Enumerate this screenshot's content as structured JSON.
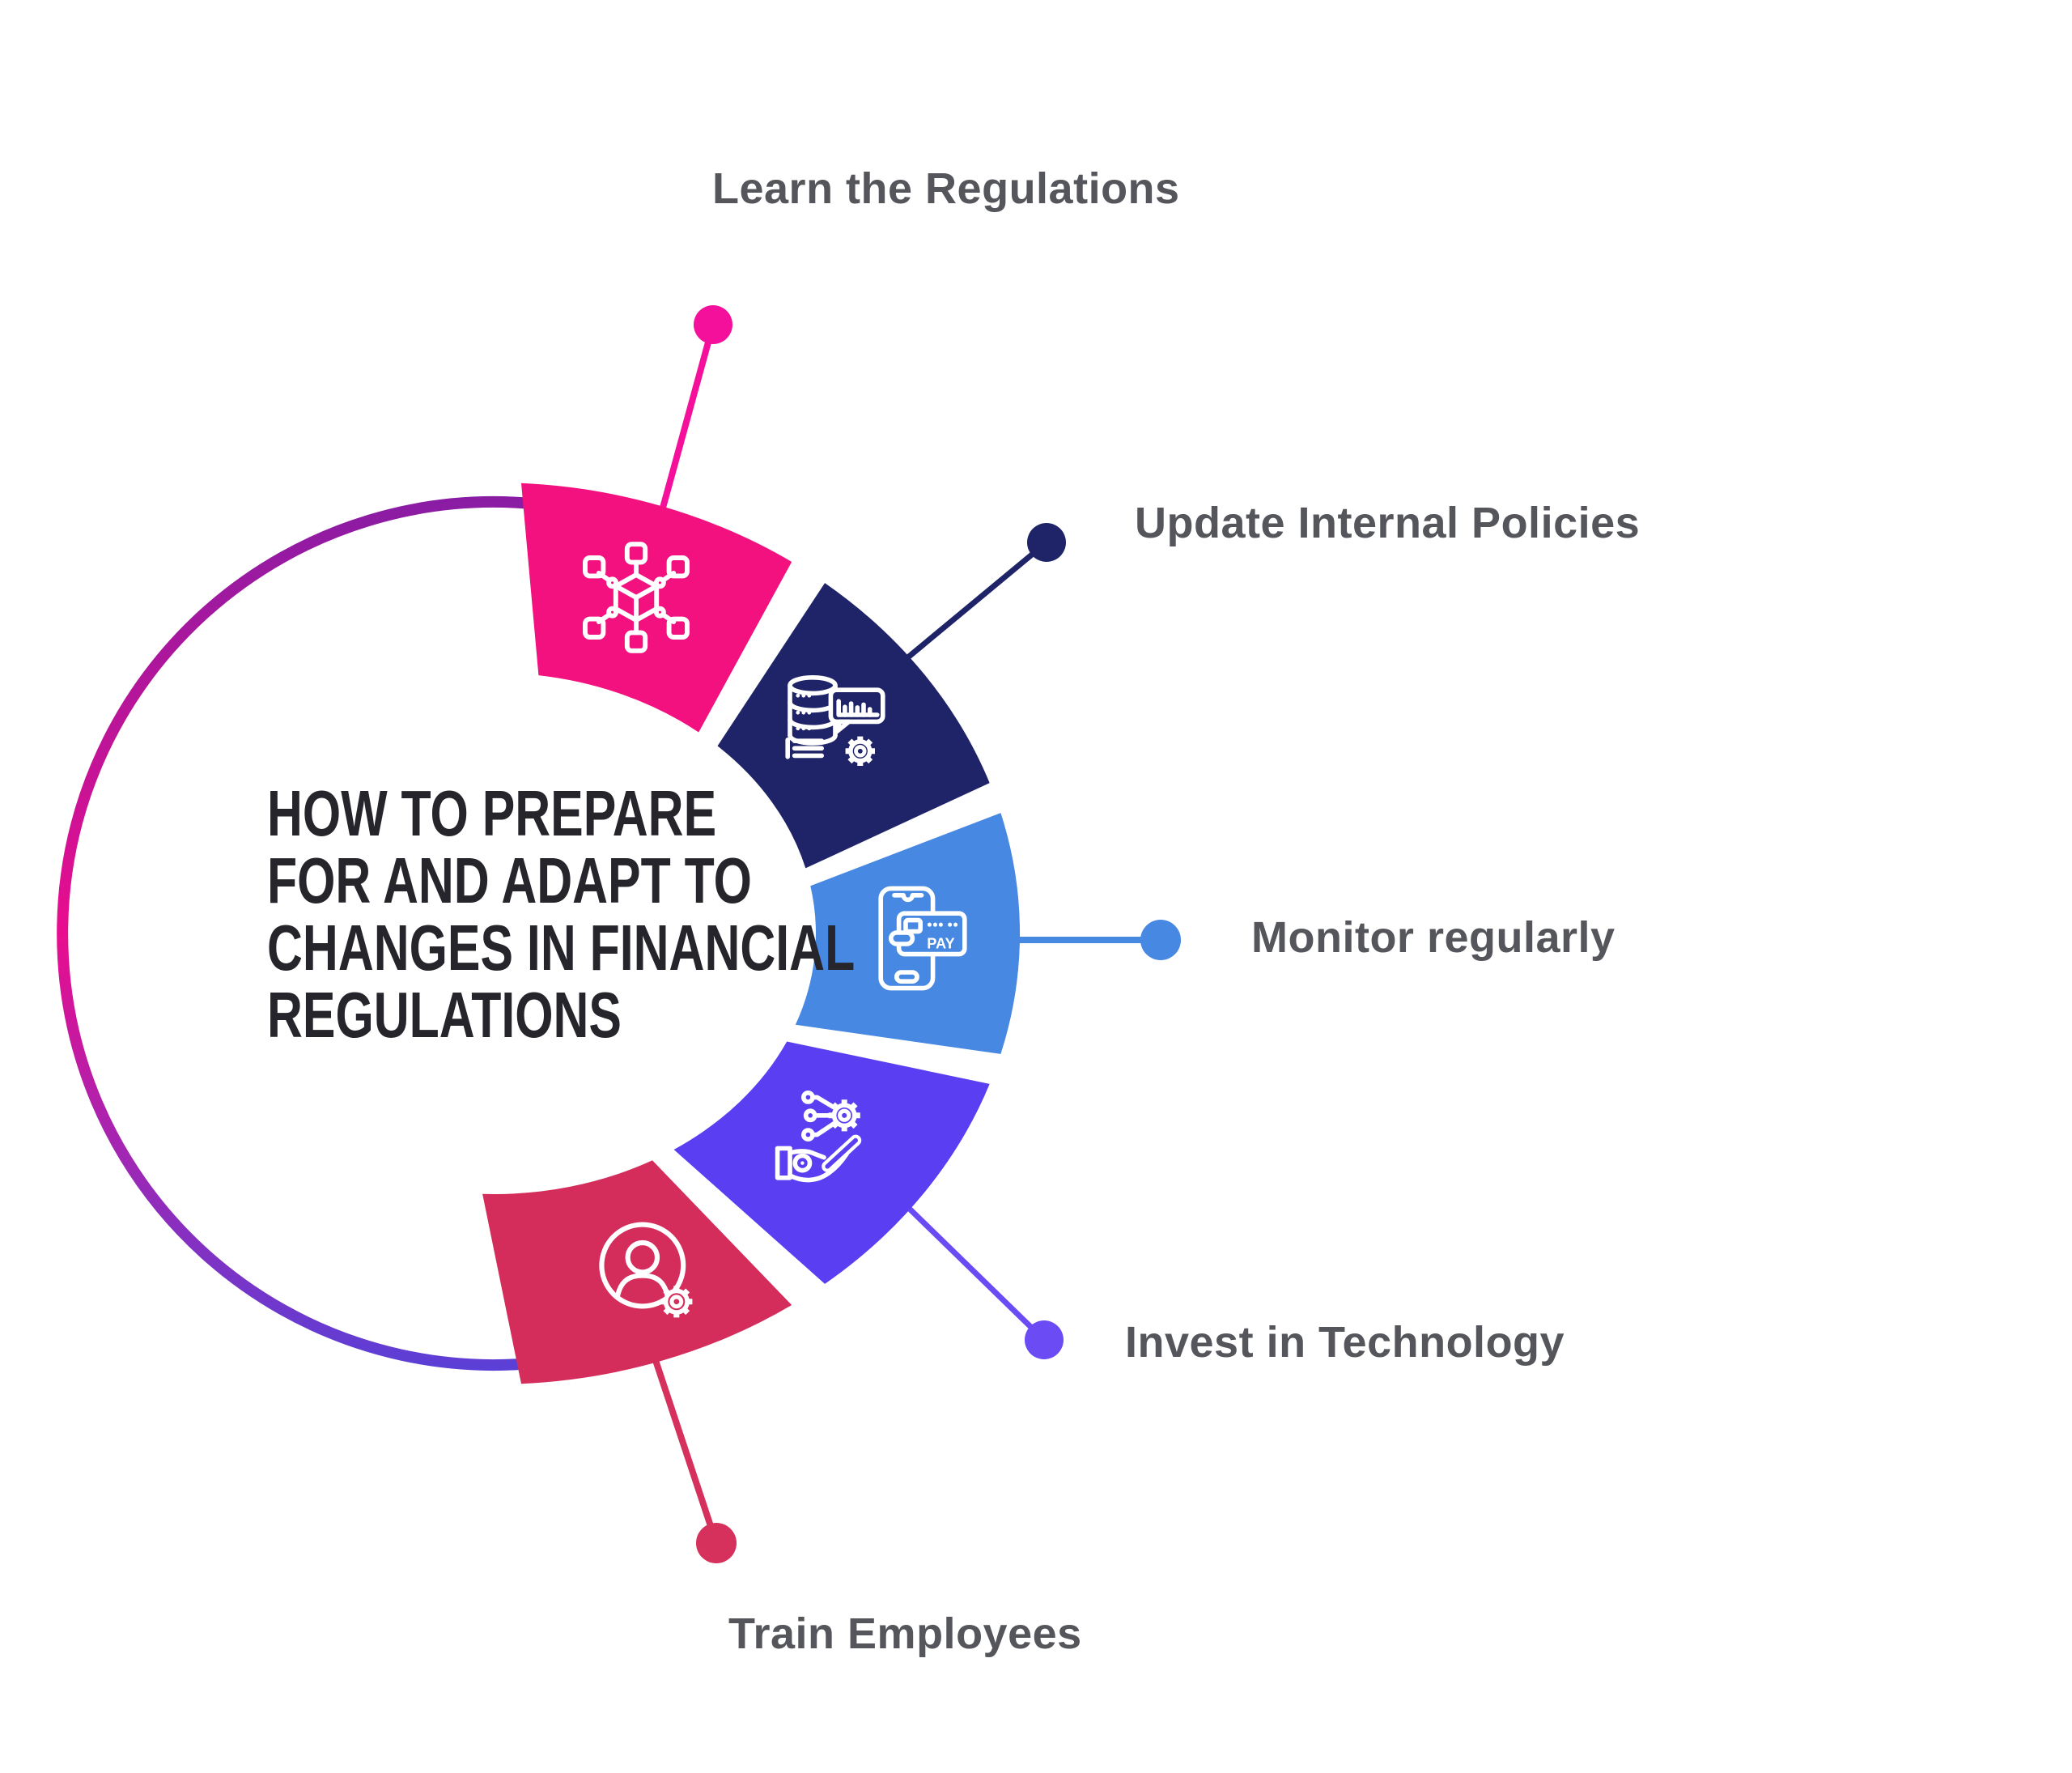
{
  "title": {
    "lines": [
      "HOW TO PREPARE",
      "FOR AND ADAPT TO",
      "CHANGES IN FINANCIAL",
      "REGULATIONS"
    ],
    "color": "#26252B"
  },
  "label_color": "#55565B",
  "background": "#FFFFFF",
  "ring_gradient": [
    "#8A1CA4",
    "#E90D8E",
    "#5B3FD6"
  ],
  "steps": [
    {
      "id": "learn-the-regulations",
      "label": "Learn the Regulations",
      "color": "#F2117E",
      "accent": "#F4109B",
      "icon": "network-cube-icon"
    },
    {
      "id": "update-internal-policies",
      "label": "Update Internal Policies",
      "color": "#1F2468",
      "accent": "#1F2468",
      "icon": "database-analytics-gear-icon"
    },
    {
      "id": "monitor-regularly",
      "label": "Monitor regularly",
      "color": "#4688E2",
      "accent": "#4688E2",
      "icon": "mobile-payment-icon",
      "icon_text": "PAY"
    },
    {
      "id": "invest-in-technology",
      "label": "Invest in Technology",
      "color": "#5A3FF2",
      "accent": "#6A4BF4",
      "icon": "robotic-hand-gear-icon"
    },
    {
      "id": "train-employees",
      "label": "Train Employees",
      "color": "#D52D5B",
      "accent": "#D6305C",
      "icon": "user-gear-icon"
    }
  ]
}
